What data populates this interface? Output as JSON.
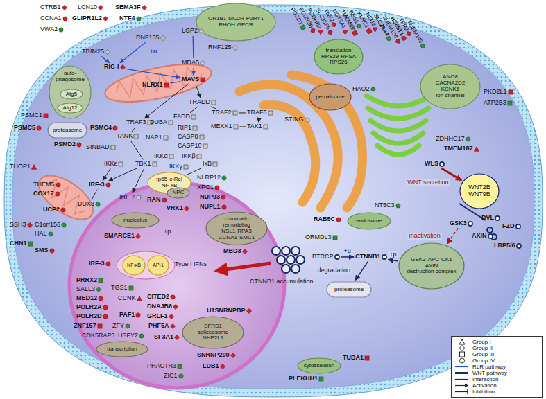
{
  "diagram": {
    "nodes": [
      {
        "text": [
          "OR1B1",
          "MC2R",
          "P2RY1",
          "RHOH",
          "GPCR"
        ]
      },
      {
        "text": [
          "translation",
          "RPS29",
          "RPSA",
          "RPS26"
        ]
      },
      {
        "text": [
          "ANO8",
          "CACNA2D2",
          "KCNK6",
          "ion channel"
        ]
      },
      {
        "text": [
          "peroxisome"
        ]
      },
      {
        "text": [
          "auto-phagosome"
        ]
      },
      {
        "text": [
          "Atg5"
        ],
        "in": 4
      },
      {
        "text": [
          "Atg12"
        ],
        "in": 4
      },
      {
        "text": [
          "proteasome"
        ]
      },
      {
        "text": [
          "RNF135"
        ]
      },
      {
        "text": [
          "TRIM25"
        ]
      },
      {
        "text": [
          "RIG-I"
        ]
      },
      {
        "text": [
          "LGP2"
        ]
      },
      {
        "text": [
          "MDA5"
        ]
      },
      {
        "text": [
          "NLRX1"
        ]
      },
      {
        "text": [
          "MAVS"
        ]
      },
      {
        "text": [
          "TRADD"
        ]
      },
      {
        "text": [
          "FADD"
        ]
      },
      {
        "text": [
          "TRAF2"
        ]
      },
      {
        "text": [
          "TRAF6"
        ]
      },
      {
        "text": [
          "TAK1"
        ]
      },
      {
        "text": [
          "MEKK1"
        ]
      },
      {
        "text": [
          "TRAF3"
        ]
      },
      {
        "text": [
          "TANK"
        ]
      },
      {
        "text": [
          "TBK1"
        ]
      },
      {
        "text": [
          "IKKε"
        ]
      },
      {
        "text": [
          "IRF-3"
        ]
      },
      {
        "text": [
          "IRF-7"
        ]
      },
      {
        "text": [
          "DDX3"
        ]
      },
      {
        "text": [
          "IκB"
        ]
      },
      {
        "text": [
          "rp65",
          "c-Rel",
          "NF-κB"
        ]
      },
      {
        "text": [
          "NPC"
        ]
      },
      {
        "text": [
          "nucleolus"
        ]
      },
      {
        "text": [
          "chromatin remodeling",
          "NSL1",
          "RPA3",
          "CCNA1",
          "SMC1"
        ]
      },
      {
        "text": [
          "NF-κB"
        ]
      },
      {
        "text": [
          "AP-1"
        ]
      },
      {
        "text": [
          "SFRS1",
          "spliceosome",
          "NHP2L1"
        ]
      },
      {
        "text": [
          "transcription"
        ]
      },
      {
        "text": [
          "endosome"
        ]
      },
      {
        "text": [
          "cytoskeleton"
        ]
      },
      {
        "text": [
          "WLS"
        ]
      },
      {
        "text": [
          "WNT2B",
          "WNT9B"
        ]
      },
      {
        "text": [
          "GSK3"
        ]
      },
      {
        "text": [
          "GSK3",
          "APC",
          "CK1",
          "AXIN",
          "destruction complex"
        ]
      },
      {
        "text": [
          "CTNNB1"
        ]
      },
      {
        "text": [
          "BTRCP"
        ]
      },
      {
        "text": [
          "proteasome"
        ]
      }
    ],
    "edges": [
      {
        "from": 8,
        "to": 10,
        "arrow": "to"
      },
      {
        "from": 9,
        "to": 10,
        "arrow": "to"
      },
      {
        "from": 11,
        "to": 12,
        "arrow": "none"
      },
      {
        "from": 12,
        "to": 14,
        "arrow": "to"
      },
      {
        "from": 10,
        "to": 14,
        "arrow": "to"
      },
      {
        "from": 13,
        "to": 14,
        "arrow": "none"
      },
      {
        "from": 14,
        "to": 15,
        "arrow": "to"
      },
      {
        "from": 15,
        "to": 16,
        "arrow": "none"
      },
      {
        "from": 15,
        "to": 17,
        "arrow": "none"
      },
      {
        "from": 17,
        "to": 18,
        "arrow": "none"
      },
      {
        "from": 18,
        "to": 19,
        "arrow": "to"
      },
      {
        "from": 19,
        "to": 20,
        "arrow": "none"
      },
      {
        "from": 14,
        "to": 21,
        "arrow": "to"
      },
      {
        "from": 21,
        "to": 22,
        "arrow": "none"
      },
      {
        "from": 22,
        "to": 23,
        "arrow": "none"
      },
      {
        "from": 23,
        "to": 25,
        "arrow": "to"
      },
      {
        "from": 23,
        "to": 26,
        "arrow": "to"
      },
      {
        "from": 24,
        "to": 25,
        "arrow": "to"
      },
      {
        "from": 27,
        "to": 25,
        "arrow": "none"
      },
      {
        "from": 28,
        "to": 29,
        "arrow": "none"
      },
      {
        "from": 39,
        "to": 40,
        "arrow": "to",
        "label": "WNT secretion"
      },
      {
        "from": 41,
        "to": 42,
        "arrow": "to",
        "label": "inactivation"
      },
      {
        "from": 42,
        "to": 43,
        "arrow": "to",
        "label": "+p"
      },
      {
        "from": 44,
        "to": 43,
        "arrow": "to",
        "label": "+u"
      },
      {
        "from": 43,
        "to": 45,
        "arrow": "to",
        "label": "degradation"
      }
    ],
    "labels": [
      "CTRB1",
      "LCN10",
      "SEMA3F",
      "CCNA1",
      "GLIPR1L2",
      "NTF4",
      "VWA2",
      "PDCD1",
      "FCGR3B",
      "PCDHB2",
      "SLC35F5",
      "TNK2",
      "UGT3A1",
      "TMEM8B",
      "BBS1",
      "KLRC1",
      "NEU3",
      "SLC29A4",
      "TMEM104",
      "HS6ST1",
      "TFR2",
      "TMEM140",
      "HAO2",
      "ZDHHC17",
      "TMEM187",
      "PKD2L1",
      "ATP2B3",
      "DVL",
      "FZD",
      "AXIN",
      "LRP5/6",
      "NT5C3",
      "RAB5C",
      "ORMDL3",
      "STING",
      "THOP1",
      "THEM5",
      "COX17",
      "UCP2",
      "SSH3",
      "C1orf156",
      "HAL",
      "CHN1",
      "SMS",
      "PSMC1",
      "PSMC5",
      "PSMC4",
      "PSMD2",
      "RNF125",
      "DUBA",
      "RIP1",
      "CASP8",
      "CASP10",
      "NAP1",
      "SINBAD",
      "IKKα",
      "IKKβ",
      "IKKγ",
      "NLRP12",
      "XPO1",
      "RAN",
      "NUP93",
      "NUPL1",
      "VRK1",
      "MBD3",
      "SMARCE1",
      "IRF-3",
      "Type I IFNs",
      "+p",
      "+u",
      "PRRX2",
      "SALL3",
      "TGS1",
      "MED12",
      "CCNK",
      "CITED2",
      "POLR2A",
      "DNAJB6",
      "POLR2D",
      "PAF1",
      "GRLF1",
      "ZNF157",
      "ZFY",
      "CDK5RAP3",
      "HSFY2",
      "PHF5A",
      "SF3A1",
      "U1SNRNPBP",
      "SNRNP200",
      "PHACTR3",
      "LDB1",
      "ZIC1",
      "TUBA1",
      "PLEKHH1",
      "CTNNB1 accumulation"
    ],
    "legend": [
      {
        "text": "Group I"
      },
      {
        "text": "Group II"
      },
      {
        "text": "Group III"
      },
      {
        "text": "Group IV"
      },
      {
        "text": "RLR pathway"
      },
      {
        "text": "WNT pathway"
      },
      {
        "text": "Interaction"
      },
      {
        "text": "Activation"
      },
      {
        "text": "Inhibition"
      }
    ]
  }
}
